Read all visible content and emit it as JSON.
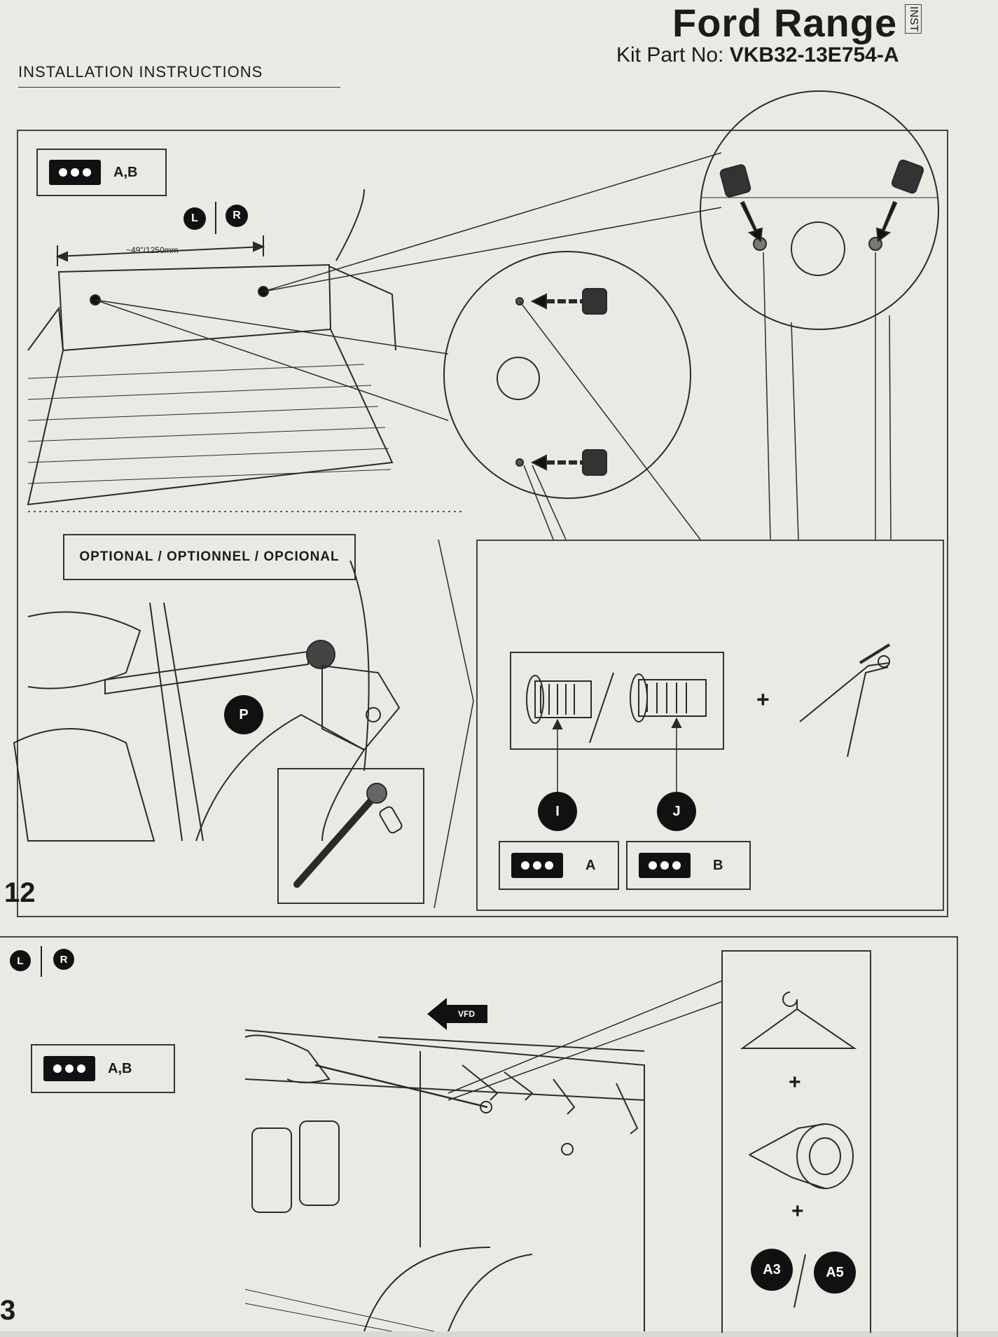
{
  "header": {
    "title": "Ford Range",
    "title_side_tab": "INST",
    "kit_label": "Kit Part No:",
    "kit_number": "VKB32-13E754-A",
    "section": "INSTALLATION INSTRUCTIONS"
  },
  "step12": {
    "number": "12",
    "parts": "A,B",
    "side_left": "L",
    "side_right": "R",
    "dimension": "~49\"/1250mm",
    "optional": "OPTIONAL / OPTIONNEL / OPCIONAL",
    "tool_badge": "P",
    "insert_i": "I",
    "insert_j": "J",
    "kit_a": "A",
    "kit_b": "B",
    "plus": "+"
  },
  "step13": {
    "number": "3",
    "side_left": "L",
    "side_right": "R",
    "parts": "A,B",
    "arrow_label": "VFD",
    "plus1": "+",
    "plus2": "+",
    "badge_a3": "A3",
    "badge_a5": "A5"
  }
}
